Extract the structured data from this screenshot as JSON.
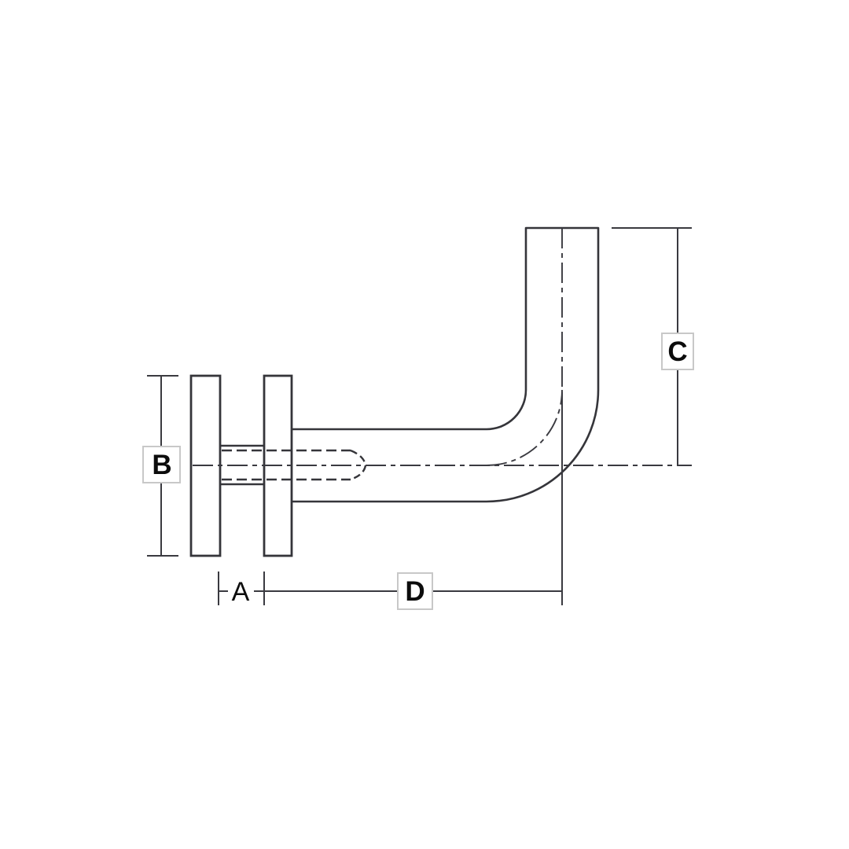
{
  "labels": {
    "dim_a": "A",
    "dim_b": "B",
    "dim_c": "C",
    "dim_d": "D"
  },
  "colors": {
    "background": "#ffffff",
    "line": "#35353a",
    "dim_line": "#3a3a40",
    "label_text": "#0c0c0c",
    "label_box_border": "#c8c8c8",
    "label_box_fill": "#ffffff"
  }
}
